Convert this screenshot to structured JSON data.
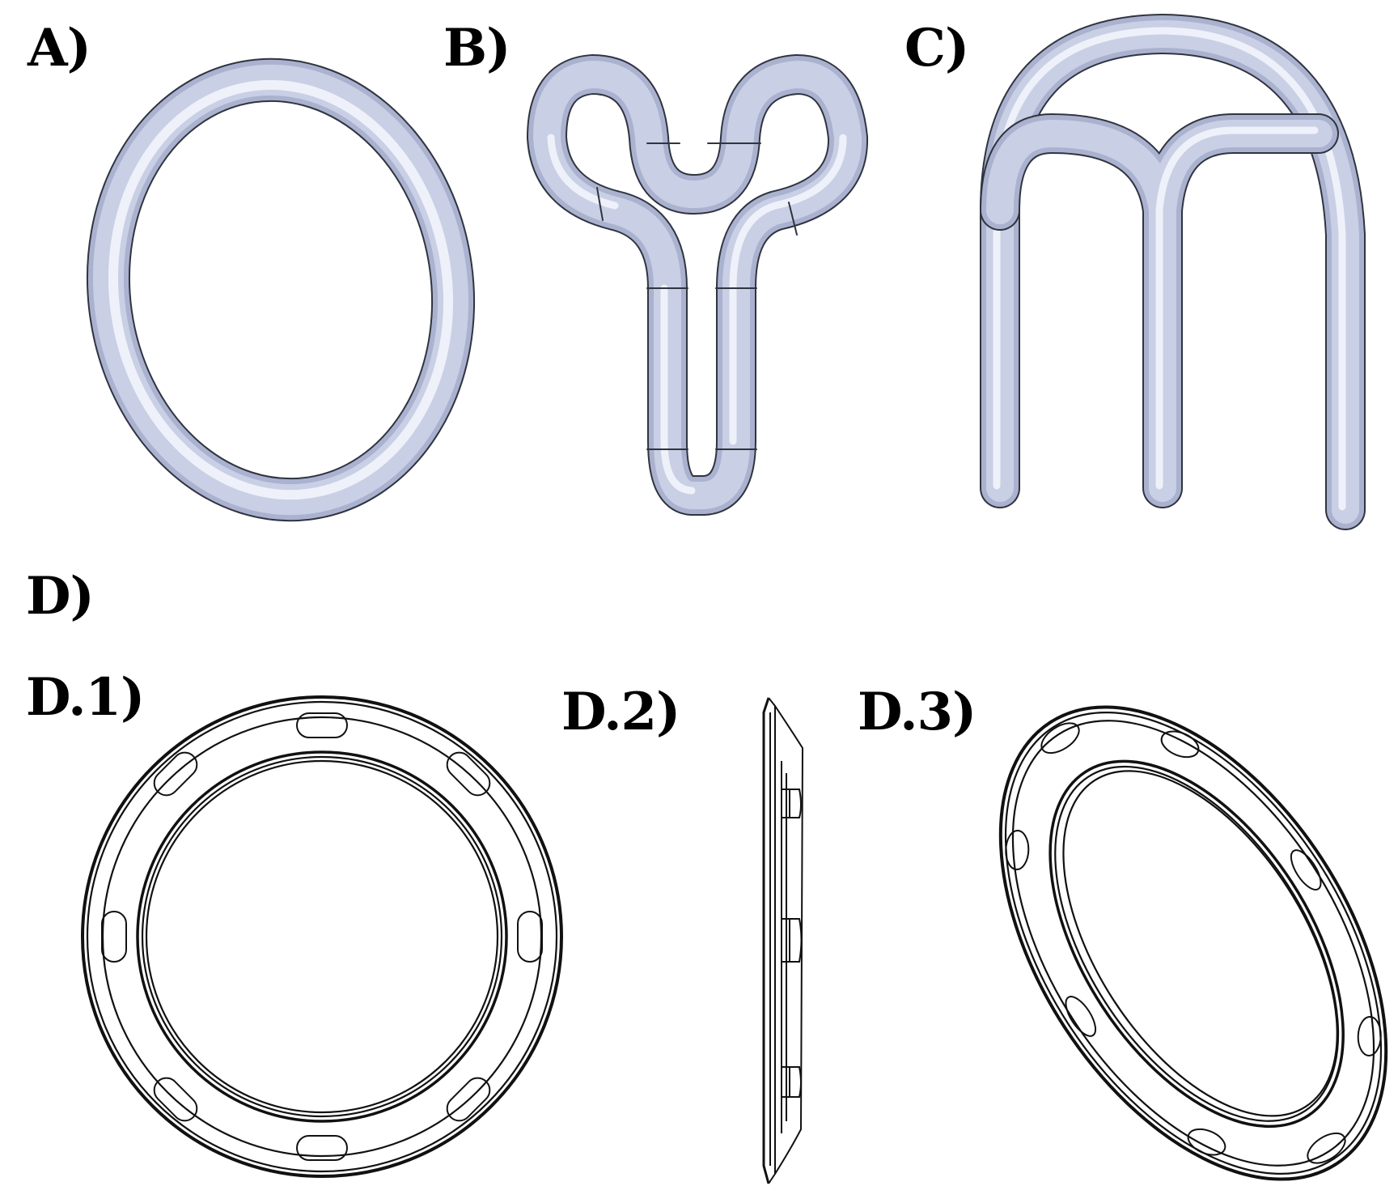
{
  "labels": {
    "a": "A)",
    "b": "B)",
    "c": "C)",
    "d": "D)",
    "d1": "D.1)",
    "d2": "D.2)",
    "d3": "D.3)"
  },
  "colors": {
    "tube_edge": "#2f3440",
    "tube_fill": "#c9cfe4",
    "tube_highlight": "#f2f4fb",
    "line": "#111111",
    "background": "#ffffff"
  }
}
